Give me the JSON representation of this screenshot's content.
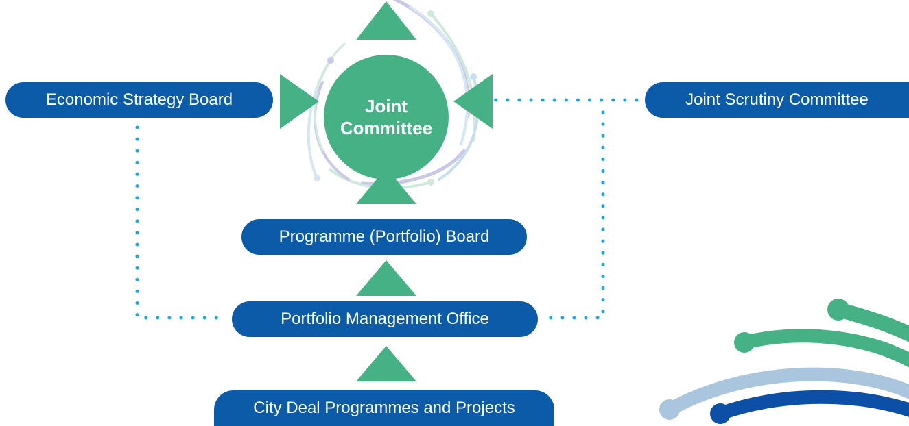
{
  "joint_committee": {
    "line1": "Joint",
    "line2": "Committee"
  },
  "boards": {
    "economic_strategy_board": "Economic Strategy Board",
    "joint_scrutiny_committee": "Joint Scrutiny Committee",
    "programme_portfolio_board": "Programme (Portfolio) Board",
    "portfolio_management_office": "Portfolio Management Office",
    "city_deal_programmes": "City Deal Programmes and Projects"
  },
  "colors": {
    "pill_blue": "#0b5ba8",
    "accent_green": "#46b184",
    "dotted_cyan": "#1fa3dc",
    "swoosh_light_blue": "#a9c6de",
    "swoosh_dark_blue": "#0b4fa6",
    "swoosh_lavender": "#c9c8e6",
    "swoosh_light_green": "#cfe9dc"
  }
}
